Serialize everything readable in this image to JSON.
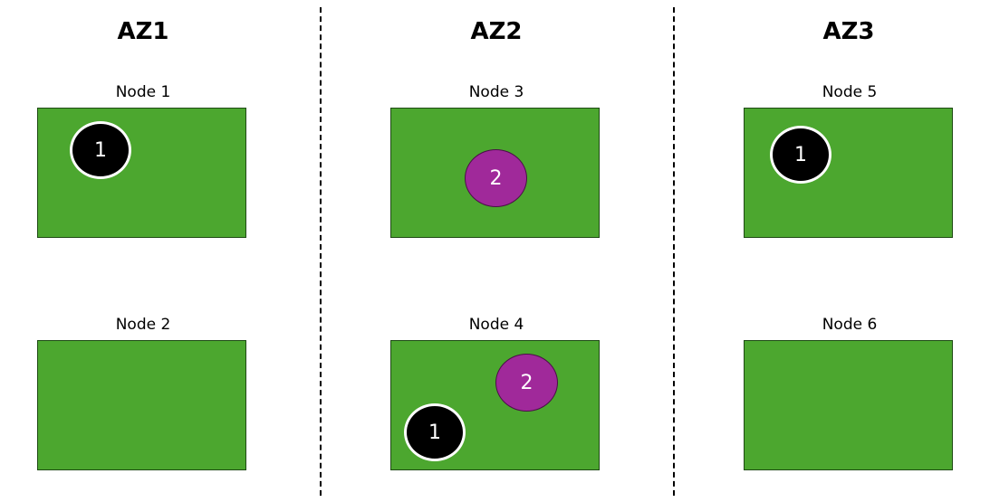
{
  "zones": [
    {
      "title": "AZ1",
      "nodes": [
        {
          "label": "Node 1",
          "pods": [
            {
              "label": "1",
              "color": "#000000"
            }
          ]
        },
        {
          "label": "Node 2",
          "pods": []
        }
      ]
    },
    {
      "title": "AZ2",
      "nodes": [
        {
          "label": "Node 3",
          "pods": [
            {
              "label": "2",
              "color": "#a0299a"
            }
          ]
        },
        {
          "label": "Node 4",
          "pods": [
            {
              "label": "2",
              "color": "#a0299a"
            },
            {
              "label": "1",
              "color": "#000000"
            }
          ]
        }
      ]
    },
    {
      "title": "AZ3",
      "nodes": [
        {
          "label": "Node 5",
          "pods": [
            {
              "label": "1",
              "color": "#000000"
            }
          ]
        },
        {
          "label": "Node 6",
          "pods": []
        }
      ]
    }
  ],
  "colors": {
    "node_fill": "#4ca72f",
    "pod_type_1": "#000000",
    "pod_type_2": "#a0299a"
  }
}
